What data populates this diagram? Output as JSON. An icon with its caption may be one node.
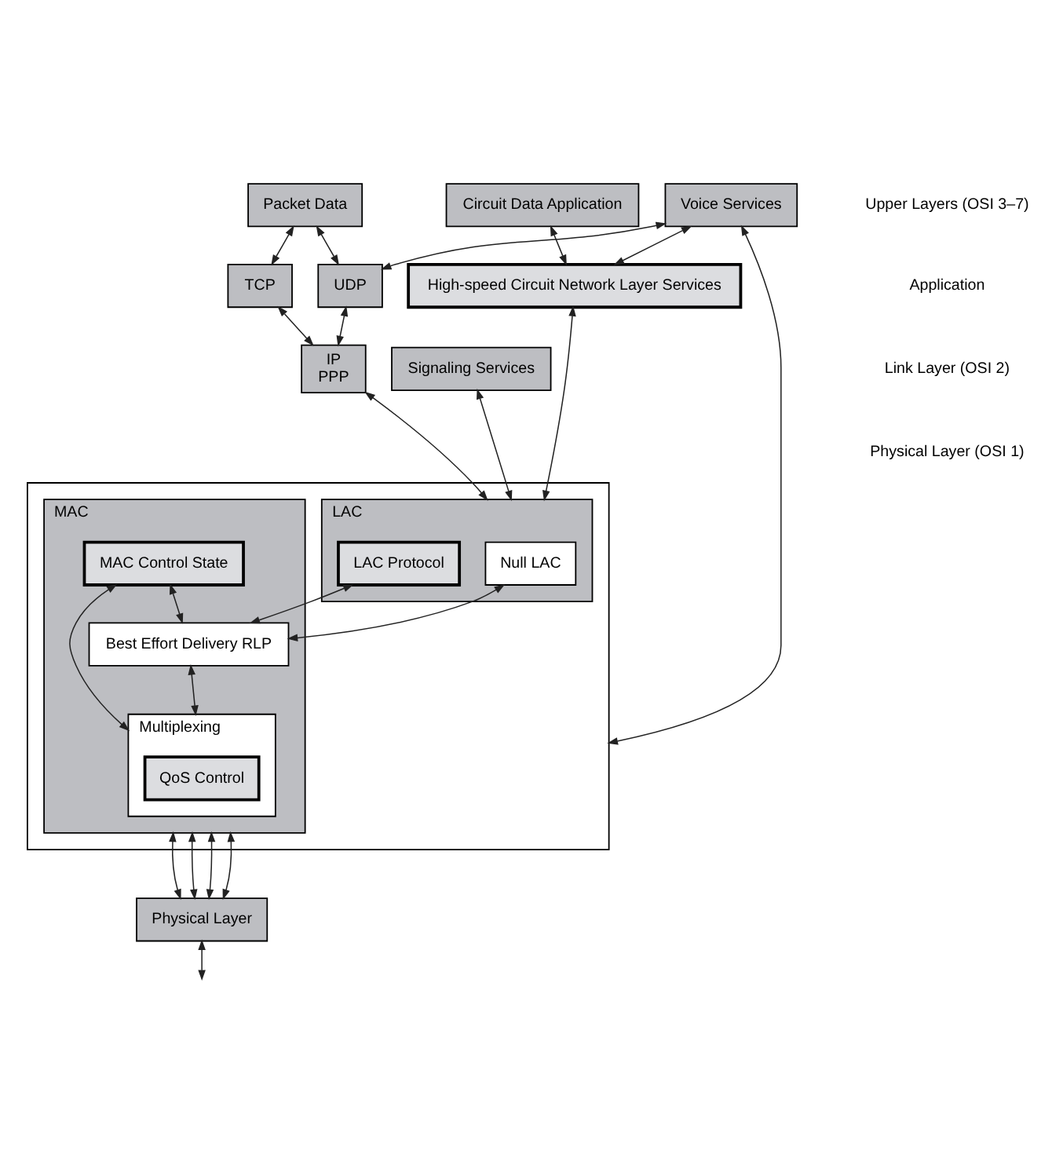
{
  "diagram": {
    "nodes": [
      {
        "text": [
          "Packet Data"
        ]
      },
      {
        "text": [
          "Voice Services"
        ]
      },
      {
        "text": [
          "Circuit Data Application"
        ]
      },
      {
        "text": [
          "Signaling Services"
        ]
      },
      {
        "text": [
          "TCP"
        ]
      },
      {
        "text": [
          "UDP"
        ]
      },
      {
        "text": [
          "High-speed Circuit Network Layer Services"
        ]
      },
      {
        "text": [
          "IP",
          "PPP"
        ]
      },
      {
        "text": [],
        "shape": "box"
      },
      {
        "text": [
          "LAC"
        ],
        "in": 8
      },
      {
        "text": [
          "LAC Protocol"
        ],
        "in": 9
      },
      {
        "text": [
          "Null LAC"
        ],
        "in": 9
      },
      {
        "text": [
          "MAC"
        ],
        "in": 8
      },
      {
        "text": [
          "MAC Control State"
        ],
        "in": 12
      },
      {
        "text": [
          "Best Effort Delivery RLP"
        ],
        "in": 12
      },
      {
        "text": [
          "Multiplexing"
        ],
        "in": 12
      },
      {
        "text": [
          "QoS Control"
        ],
        "in": 15
      },
      {
        "text": [
          "Physical Layer"
        ]
      }
    ],
    "edges": [
      {
        "from": 0,
        "to": 4,
        "arrow": "both"
      },
      {
        "from": 0,
        "to": 5,
        "arrow": "both"
      },
      {
        "from": 1,
        "to": 5,
        "arrow": "both"
      },
      {
        "from": 1,
        "to": 8,
        "arrow": "both"
      },
      {
        "from": 1,
        "to": 6,
        "arrow": "both"
      },
      {
        "from": 2,
        "to": 6,
        "arrow": "both"
      },
      {
        "from": 4,
        "to": 7,
        "arrow": "both"
      },
      {
        "from": 5,
        "to": 7,
        "arrow": "both"
      },
      {
        "from": 3,
        "to": 9,
        "arrow": "both"
      },
      {
        "from": 7,
        "to": 9,
        "arrow": "both"
      },
      {
        "from": 6,
        "to": 9,
        "arrow": "both"
      },
      {
        "from": 10,
        "to": 14,
        "arrow": "both"
      },
      {
        "from": 11,
        "to": 14,
        "arrow": "both"
      },
      {
        "from": 13,
        "to": 14,
        "arrow": "both"
      },
      {
        "from": 13,
        "to": 15,
        "arrow": "both"
      },
      {
        "from": 14,
        "to": 15,
        "arrow": "both"
      },
      {
        "from": 12,
        "to": 17,
        "arrow": "both"
      },
      {
        "from": 12,
        "to": 17,
        "arrow": "both"
      },
      {
        "from": 12,
        "to": 17,
        "arrow": "both"
      },
      {
        "from": 12,
        "to": 17,
        "arrow": "both"
      },
      {
        "from": 17,
        "to": null,
        "arrow": "both"
      }
    ],
    "labels": [
      "Upper Layers (OSI 3–7)",
      "Application",
      "Link Layer (OSI 2)",
      "Physical Layer (OSI 1)"
    ]
  }
}
